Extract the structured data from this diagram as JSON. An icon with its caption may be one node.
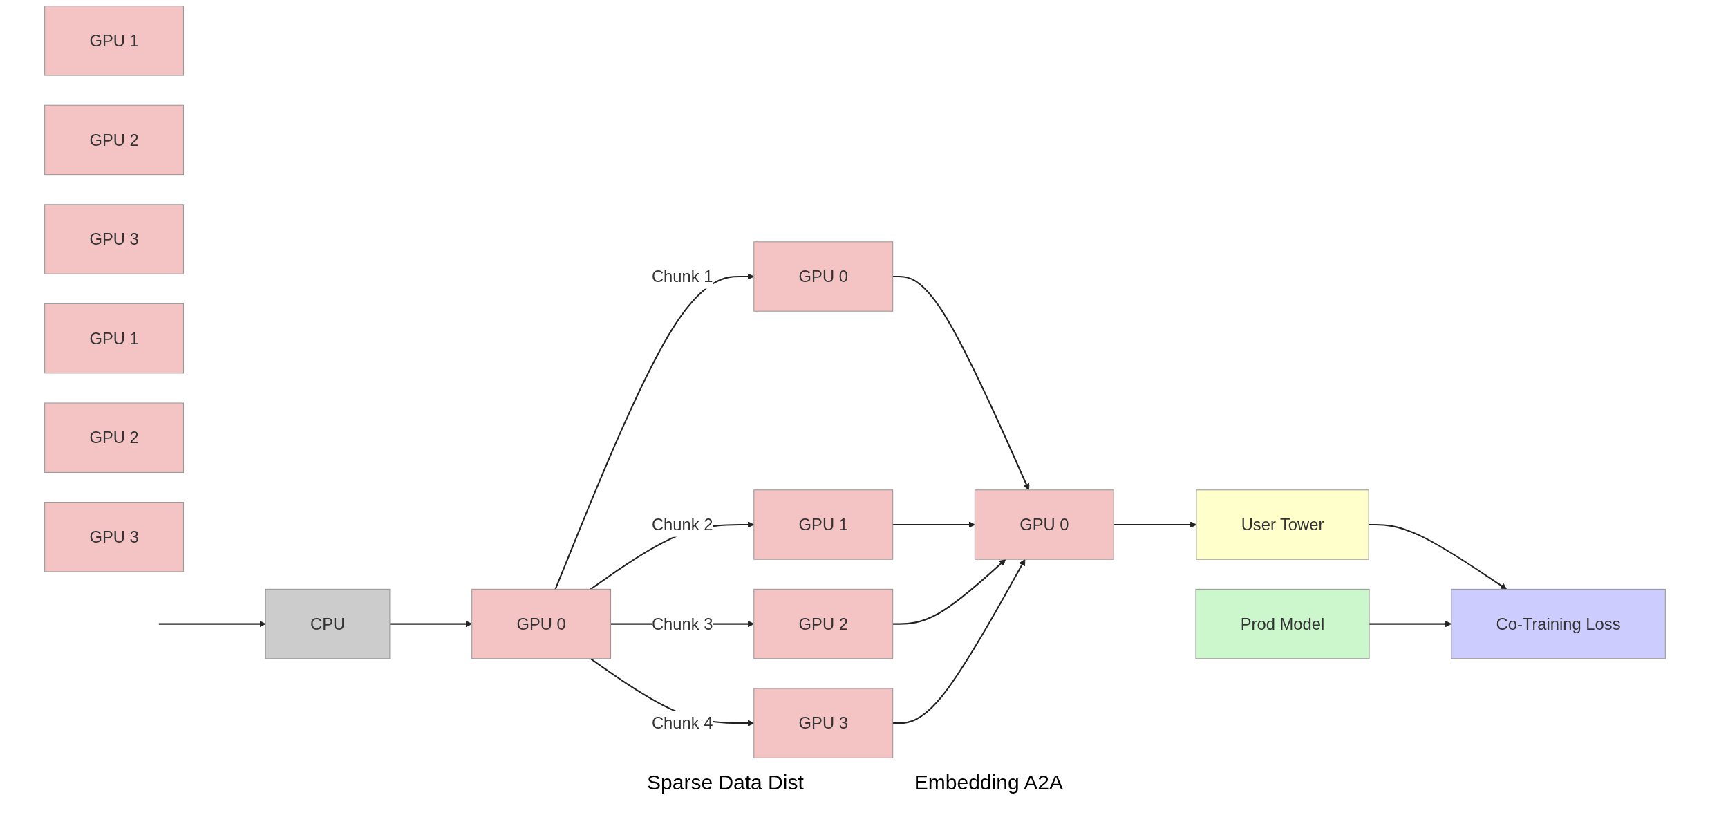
{
  "diagram": {
    "nodes": [
      {
        "text": [
          "CPU"
        ]
      },
      {
        "text": [
          "GPU 0"
        ]
      },
      {
        "text": [
          "GPU 1"
        ]
      },
      {
        "text": [
          "GPU 2"
        ]
      },
      {
        "text": [
          "GPU 3"
        ]
      },
      {
        "text": [
          "GPU 0"
        ]
      },
      {
        "text": [
          "GPU 1"
        ]
      },
      {
        "text": [
          "GPU 2"
        ]
      },
      {
        "text": [
          "GPU 3"
        ]
      },
      {
        "text": [
          "GPU 0"
        ]
      },
      {
        "text": [
          "GPU 1"
        ]
      },
      {
        "text": [
          "GPU 2"
        ]
      },
      {
        "text": [
          "GPU 3"
        ]
      },
      {
        "text": [
          "User Tower"
        ]
      },
      {
        "text": [
          "Prod Model"
        ]
      },
      {
        "text": [
          "Co-Training Loss"
        ]
      }
    ],
    "edges": [
      {
        "from": null,
        "to": 0,
        "arrow": "to"
      },
      {
        "from": 0,
        "to": 1,
        "arrow": "to"
      },
      {
        "from": 1,
        "to": 5,
        "arrow": "to",
        "label": "Chunk 1"
      },
      {
        "from": 1,
        "to": 6,
        "arrow": "to",
        "label": "Chunk 2"
      },
      {
        "from": 1,
        "to": 7,
        "arrow": "to",
        "label": "Chunk 3"
      },
      {
        "from": 1,
        "to": 8,
        "arrow": "to",
        "label": "Chunk 4"
      },
      {
        "from": 5,
        "to": 9,
        "arrow": "to"
      },
      {
        "from": 6,
        "to": 9,
        "arrow": "to"
      },
      {
        "from": 7,
        "to": 9,
        "arrow": "to"
      },
      {
        "from": 8,
        "to": 9,
        "arrow": "to"
      },
      {
        "from": 9,
        "to": 13,
        "arrow": "to"
      },
      {
        "from": 13,
        "to": 15,
        "arrow": "to"
      },
      {
        "from": 14,
        "to": 15,
        "arrow": "to"
      }
    ],
    "labels": [
      "Sparse Data Dist",
      "Embedding A2A"
    ]
  }
}
